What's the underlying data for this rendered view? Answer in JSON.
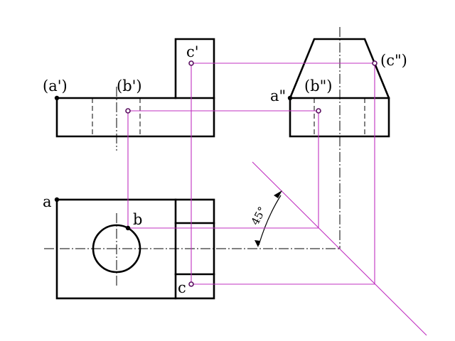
{
  "labels": {
    "a_front": "(a')",
    "b_front": "(b')",
    "c_front": "c'",
    "a_side": "a\"",
    "b_side": "(b\")",
    "c_side": "(c\")",
    "a_top": "a",
    "b_top": "b",
    "c_top": "c",
    "angle": "45°"
  },
  "colors": {
    "object_line": "#000000",
    "projection_line": "#c030c0",
    "background": "#ffffff"
  }
}
